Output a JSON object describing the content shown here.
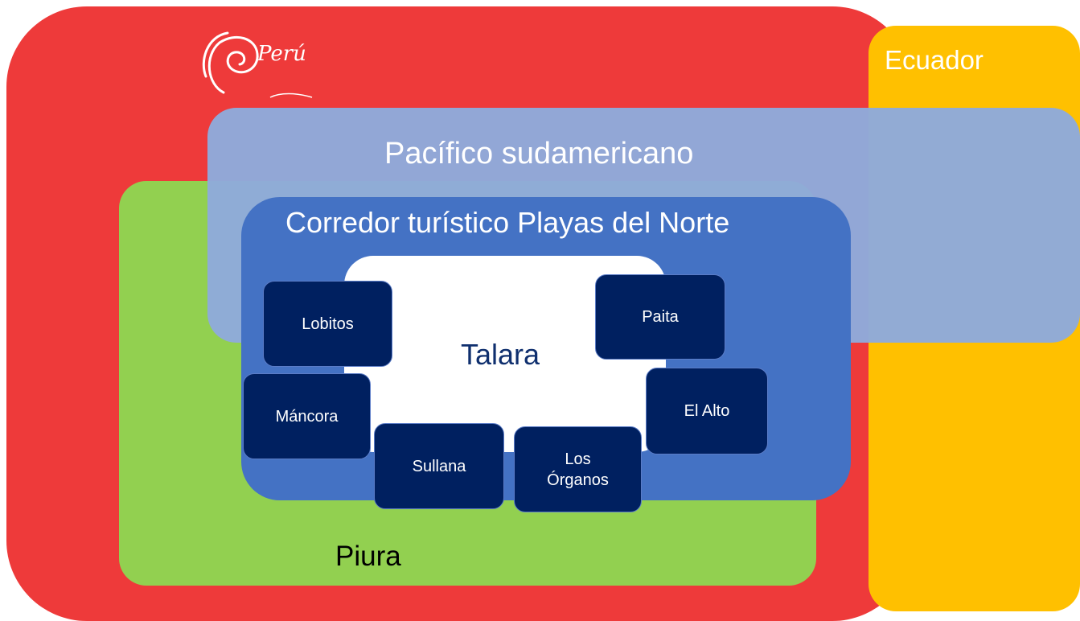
{
  "colors": {
    "peru": "#ee3a3a",
    "ecuador": "#ffc000",
    "piura": "#92d050",
    "pacific": "#8eaadb",
    "corridor": "#4472c4",
    "node": "#002060",
    "logo": "#ffffff"
  },
  "logo": {
    "text": "Perú",
    "icon": "peru-spiral-logo-icon"
  },
  "regions": {
    "ecuador": "Ecuador",
    "pacific": "Pacífico sudamericano",
    "corridor": "Corredor turístico Playas del Norte",
    "piura": "Piura",
    "center": "Talara"
  },
  "nodes": {
    "lobitos": "Lobitos",
    "paita": "Paita",
    "mancora": "Máncora",
    "el_alto": "El Alto",
    "sullana": "Sullana",
    "los_organos": "Los\nÓrganos"
  }
}
